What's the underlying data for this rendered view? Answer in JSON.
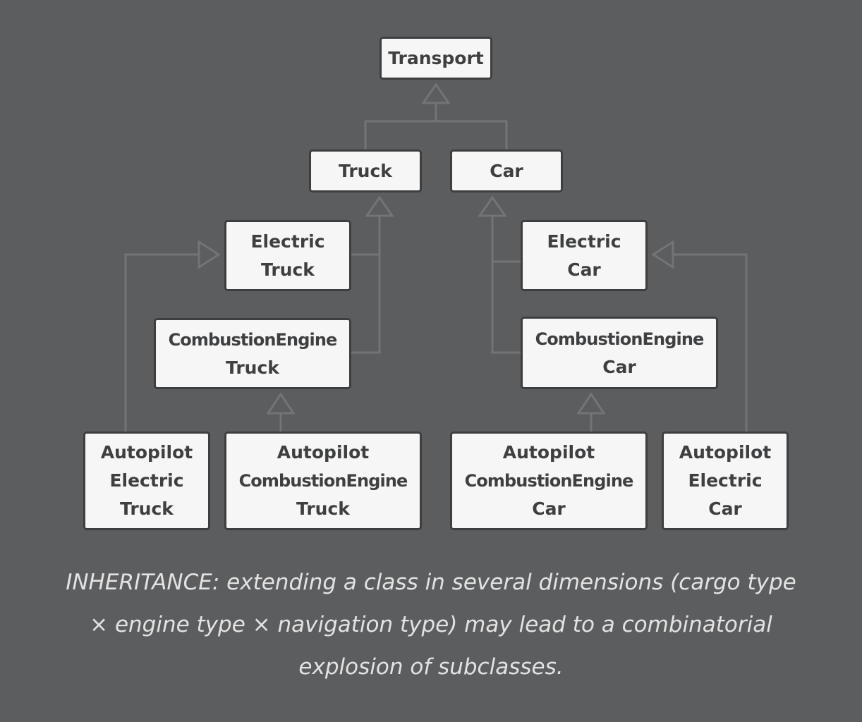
{
  "diagram": {
    "nodes": {
      "transport": {
        "line1": "Transport"
      },
      "truck": {
        "line1": "Truck"
      },
      "car": {
        "line1": "Car"
      },
      "electric_truck": {
        "line1": "Electric",
        "line2": "Truck"
      },
      "combustion_truck": {
        "line1": "CombustionEngine",
        "line2": "Truck"
      },
      "electric_car": {
        "line1": "Electric",
        "line2": "Car"
      },
      "combustion_car": {
        "line1": "CombustionEngine",
        "line2": "Car"
      },
      "autopilot_electric_truck": {
        "line1": "Autopilot",
        "line2": "Electric",
        "line3": "Truck"
      },
      "autopilot_combustion_truck": {
        "line1": "Autopilot",
        "line2": "CombustionEngine",
        "line3": "Truck"
      },
      "autopilot_combustion_car": {
        "line1": "Autopilot",
        "line2": "CombustionEngine",
        "line3": "Car"
      },
      "autopilot_electric_car": {
        "line1": "Autopilot",
        "line2": "Electric",
        "line3": "Car"
      }
    },
    "edges": [
      {
        "from": "truck",
        "to": "transport"
      },
      {
        "from": "car",
        "to": "transport"
      },
      {
        "from": "electric_truck",
        "to": "truck"
      },
      {
        "from": "combustion_truck",
        "to": "truck"
      },
      {
        "from": "electric_car",
        "to": "car"
      },
      {
        "from": "combustion_car",
        "to": "car"
      },
      {
        "from": "autopilot_electric_truck",
        "to": "electric_truck"
      },
      {
        "from": "autopilot_combustion_truck",
        "to": "combustion_truck"
      },
      {
        "from": "autopilot_combustion_car",
        "to": "combustion_car"
      },
      {
        "from": "autopilot_electric_car",
        "to": "electric_car"
      }
    ],
    "caption": {
      "line1": "INHERITANCE: extending a class in several dimensions (cargo type",
      "line2": "× engine type × navigation type) may lead to a combinatorial",
      "line3": "explosion of subclasses."
    }
  },
  "colors": {
    "background": "#5c5d5f",
    "node_fill": "#f6f6f6",
    "node_border": "#3d3e40",
    "node_text": "#3e3f41",
    "connector": "#737476",
    "caption_text": "#e3e3e3"
  }
}
